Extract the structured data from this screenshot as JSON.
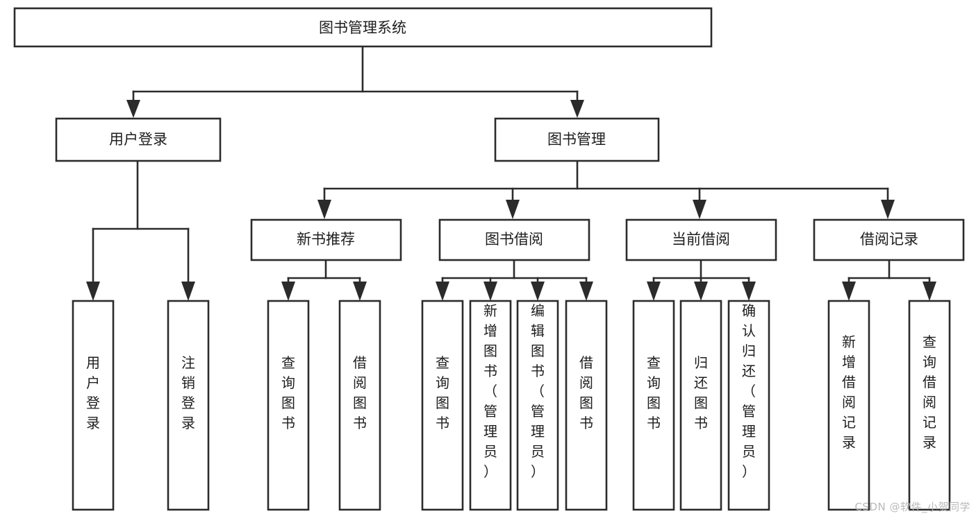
{
  "diagram": {
    "type": "tree-hierarchy",
    "title": "图书管理系统",
    "watermark": "CSDN @软件_小贺同学",
    "colors": {
      "stroke": "#2b2b2b",
      "fill": "#ffffff",
      "text": "#1d1d1d",
      "watermark": "#b9b9b9",
      "background": "#ffffff"
    },
    "levels": {
      "root": {
        "label": "图书管理系统"
      },
      "level2": [
        {
          "label": "用户登录"
        },
        {
          "label": "图书管理"
        }
      ],
      "level3": [
        {
          "label": "新书推荐"
        },
        {
          "label": "图书借阅"
        },
        {
          "label": "当前借阅"
        },
        {
          "label": "借阅记录"
        }
      ],
      "leaves": [
        {
          "label": "用户登录"
        },
        {
          "label": "注销登录"
        },
        {
          "label": "查询图书"
        },
        {
          "label": "借阅图书"
        },
        {
          "label": "查询图书"
        },
        {
          "label": "新增图书（管理员）"
        },
        {
          "label": "编辑图书（管理员）"
        },
        {
          "label": "借阅图书"
        },
        {
          "label": "查询图书"
        },
        {
          "label": "归还图书"
        },
        {
          "label": "确认归还（管理员）"
        },
        {
          "label": "新增借阅记录"
        },
        {
          "label": "查询借阅记录"
        }
      ]
    },
    "groups": [
      {
        "parent": "用户登录",
        "children": [
          "用户登录",
          "注销登录"
        ]
      },
      {
        "parent": "图书管理",
        "children": [
          "新书推荐",
          "图书借阅",
          "当前借阅",
          "借阅记录"
        ]
      },
      {
        "parent": "新书推荐",
        "children": [
          "查询图书",
          "借阅图书"
        ]
      },
      {
        "parent": "图书借阅",
        "children": [
          "查询图书",
          "新增图书（管理员）",
          "编辑图书（管理员）",
          "借阅图书"
        ]
      },
      {
        "parent": "当前借阅",
        "children": [
          "查询图书",
          "归还图书",
          "确认归还（管理员）"
        ]
      },
      {
        "parent": "借阅记录",
        "children": [
          "新增借阅记录",
          "查询借阅记录"
        ]
      }
    ]
  }
}
